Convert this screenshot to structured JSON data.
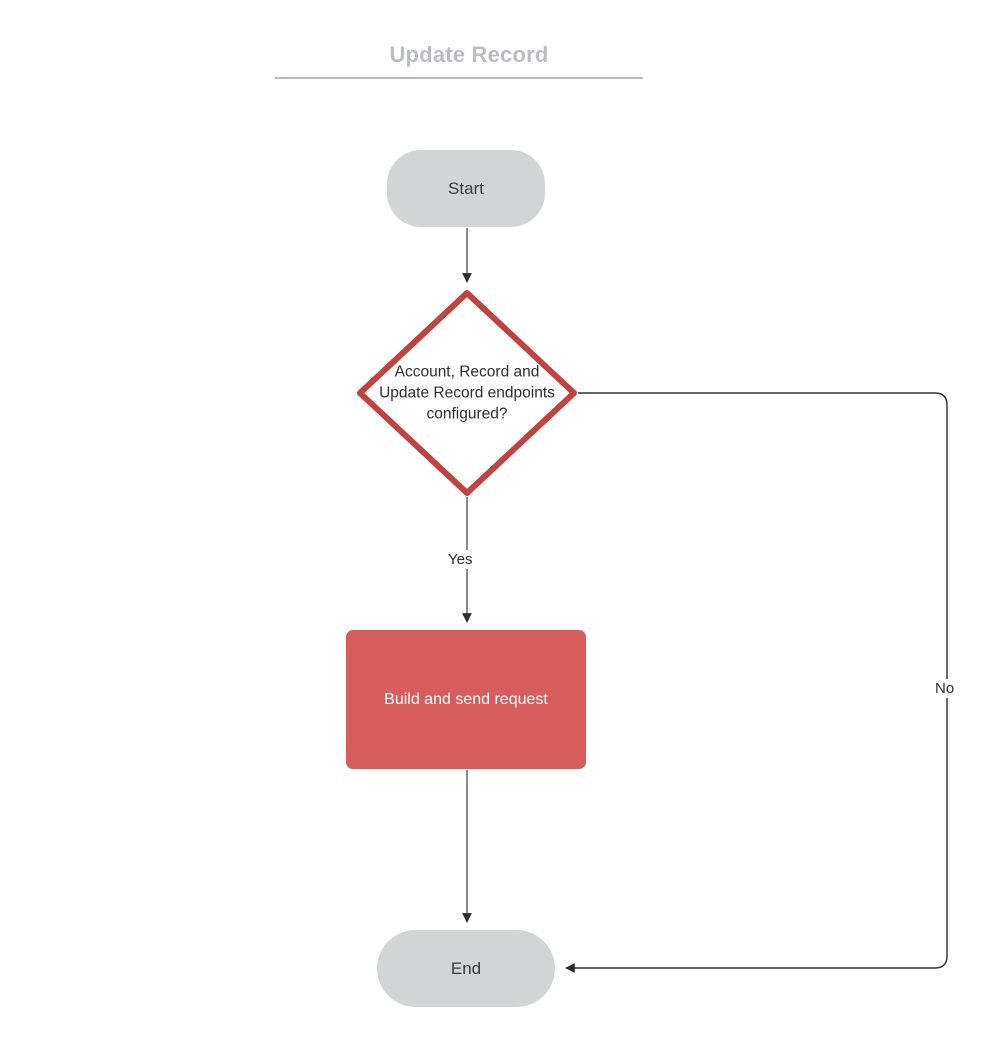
{
  "diagram": {
    "title": "Update Record",
    "type": "flowchart",
    "colors": {
      "title_text": "#b9bdc8",
      "title_rule": "#b3b8c4",
      "terminator_fill": "#d3d4d6",
      "decision_stroke": "#c0433f",
      "process_fill": "#d75c5c",
      "process_text": "#ffffff",
      "connector": "#5a5a5a",
      "arrowhead": "#2e2e2e"
    },
    "nodes": [
      {
        "id": "start",
        "shape": "terminator",
        "label": "Start"
      },
      {
        "id": "decision",
        "shape": "diamond",
        "label": "Account, Record and\nUpdate Record endpoints\nconfigured?"
      },
      {
        "id": "process",
        "shape": "rectangle",
        "label": "Build and send request"
      },
      {
        "id": "end",
        "shape": "terminator",
        "label": "End"
      }
    ],
    "edges": [
      {
        "from": "start",
        "to": "process",
        "label": ""
      },
      {
        "from": "decision",
        "to": "process",
        "label": "Yes"
      },
      {
        "from": "process",
        "to": "end",
        "label": ""
      },
      {
        "from": "decision",
        "to": "end",
        "label": "No"
      }
    ]
  }
}
